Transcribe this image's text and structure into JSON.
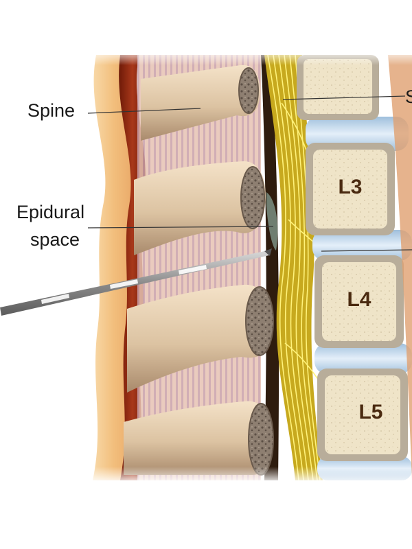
{
  "labels": {
    "spine": "Spine",
    "epidural_line1": "Epidural",
    "epidural_line2": "space",
    "right_top_fragment": "S"
  },
  "vertebrae": [
    "L3",
    "L4",
    "L5"
  ],
  "colors": {
    "background": "#ffffff",
    "skin": "#f3c58a",
    "muscle": "#8c2a10",
    "bone": "#e8d3b5",
    "bone_shadow": "#b89878",
    "bone_marrow": "#9a8b7c",
    "vertebral_body": "#efe4c8",
    "vertebral_rim": "#b8ad9a",
    "disc": "#bcd3e8",
    "nerve": "#f0e04a",
    "cord_dark": "#3a2410",
    "ligament": "#d9a98b",
    "needle": "#9a9a9a",
    "line": "#333333"
  }
}
